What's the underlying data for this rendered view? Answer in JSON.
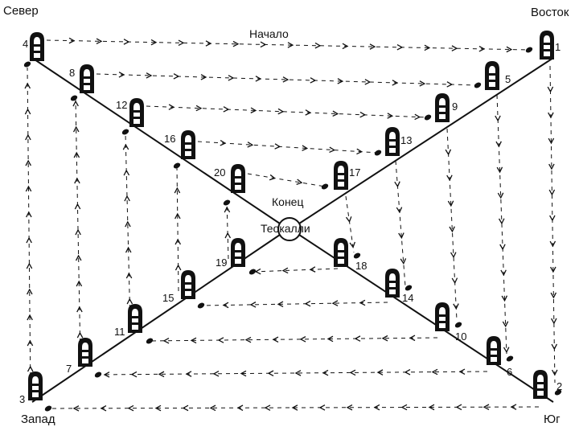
{
  "corners": {
    "north": "Север",
    "east": "Восток",
    "west": "Запад",
    "south": "Юг"
  },
  "center_label": "Теокалли",
  "start_label": "Начало",
  "end_label": "Конец",
  "stone_numbers": [
    "1",
    "2",
    "3",
    "4",
    "5",
    "6",
    "7",
    "8",
    "9",
    "10",
    "11",
    "12",
    "13",
    "14",
    "15",
    "16",
    "17",
    "18",
    "19",
    "20"
  ],
  "icons": [
    "marker-stone-icon",
    "arrow-icon",
    "dot-icon"
  ],
  "colors": {
    "ink": "#111111",
    "background": "#ffffff"
  }
}
